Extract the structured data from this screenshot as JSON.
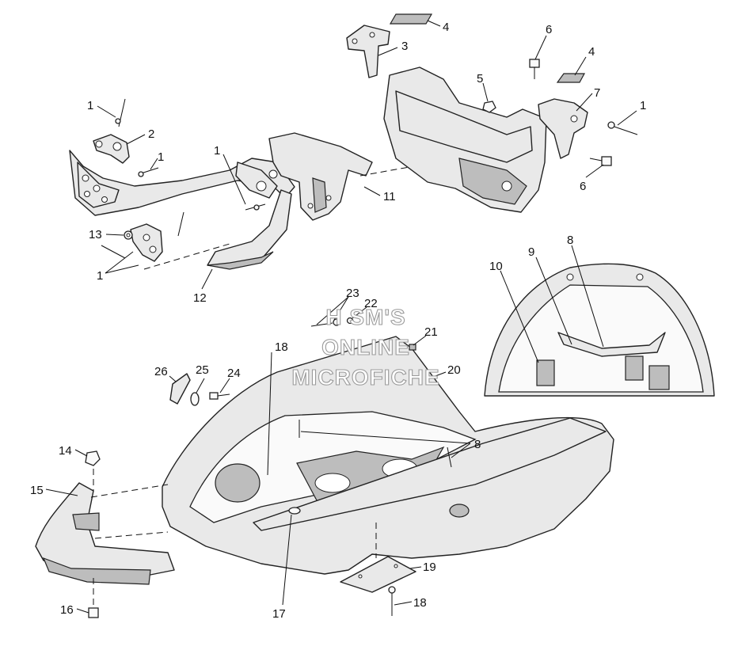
{
  "watermark": {
    "line1": "H SM'S",
    "line2": "ONLINE",
    "line3": "MICROFICHE"
  },
  "callouts": [
    {
      "id": "c1a",
      "label": "1"
    },
    {
      "id": "c2",
      "label": "2"
    },
    {
      "id": "c1b",
      "label": "1"
    },
    {
      "id": "c1c",
      "label": "1"
    },
    {
      "id": "c11",
      "label": "11"
    },
    {
      "id": "c13",
      "label": "13"
    },
    {
      "id": "c1d",
      "label": "1"
    },
    {
      "id": "c12",
      "label": "12"
    },
    {
      "id": "c3",
      "label": "3"
    },
    {
      "id": "c4a",
      "label": "4"
    },
    {
      "id": "c6a",
      "label": "6"
    },
    {
      "id": "c4b",
      "label": "4"
    },
    {
      "id": "c5",
      "label": "5"
    },
    {
      "id": "c7",
      "label": "7"
    },
    {
      "id": "c1e",
      "label": "1"
    },
    {
      "id": "c6b",
      "label": "6"
    },
    {
      "id": "c10",
      "label": "10"
    },
    {
      "id": "c9",
      "label": "9"
    },
    {
      "id": "c8a",
      "label": "8"
    },
    {
      "id": "c23",
      "label": "23"
    },
    {
      "id": "c22",
      "label": "22"
    },
    {
      "id": "c21",
      "label": "21"
    },
    {
      "id": "c18a",
      "label": "18"
    },
    {
      "id": "c20",
      "label": "20"
    },
    {
      "id": "c26",
      "label": "26"
    },
    {
      "id": "c25",
      "label": "25"
    },
    {
      "id": "c24",
      "label": "24"
    },
    {
      "id": "c8b",
      "label": "8"
    },
    {
      "id": "c14",
      "label": "14"
    },
    {
      "id": "c15",
      "label": "15"
    },
    {
      "id": "c16",
      "label": "16"
    },
    {
      "id": "c17",
      "label": "17"
    },
    {
      "id": "c19",
      "label": "19"
    },
    {
      "id": "c18b",
      "label": "18"
    }
  ]
}
